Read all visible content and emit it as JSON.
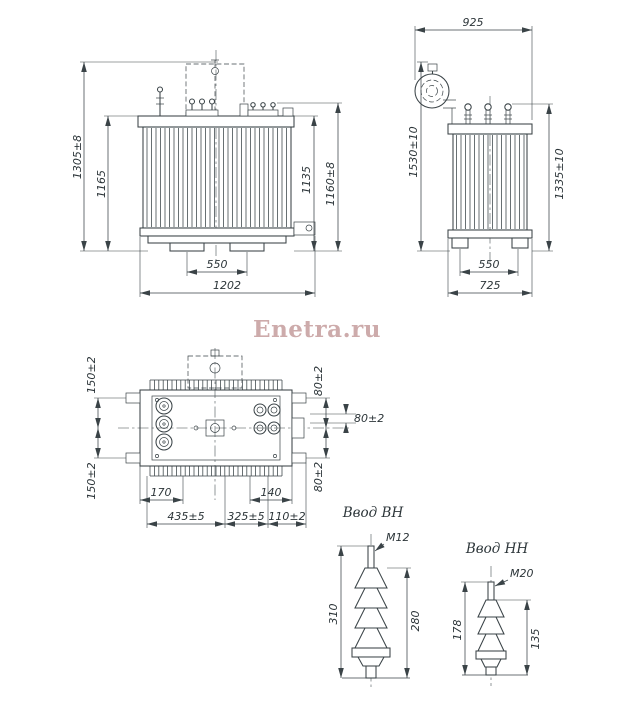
{
  "watermark": "Enetra.ru",
  "front_view": {
    "height_overall": "1305±8",
    "height_tank": "1165",
    "height_cover": "1135",
    "height_bushings": "1160±8",
    "width_base": "550",
    "width_overall": "1202"
  },
  "side_view": {
    "depth_top": "925",
    "height_overall": "1530±10",
    "height_to_bushings": "1335±10",
    "width_base": "550",
    "depth_overall": "725"
  },
  "top_view": {
    "offset_top": "150±2",
    "offset_bottom": "150±2",
    "offset_right_top": "80±2",
    "offset_right_bottom": "80±2",
    "offset_center": "80±2",
    "lug_left": "170",
    "lug_right": "140",
    "span_left": "435±5",
    "span_mid": "325±5",
    "span_right": "110±2"
  },
  "bushing_hv": {
    "title": "Ввод ВН",
    "thread": "M12",
    "height_overall": "310",
    "height_insulator": "280"
  },
  "bushing_lv": {
    "title": "Ввод НН",
    "thread": "M20",
    "height_overall": "178",
    "height_insulator": "135"
  }
}
